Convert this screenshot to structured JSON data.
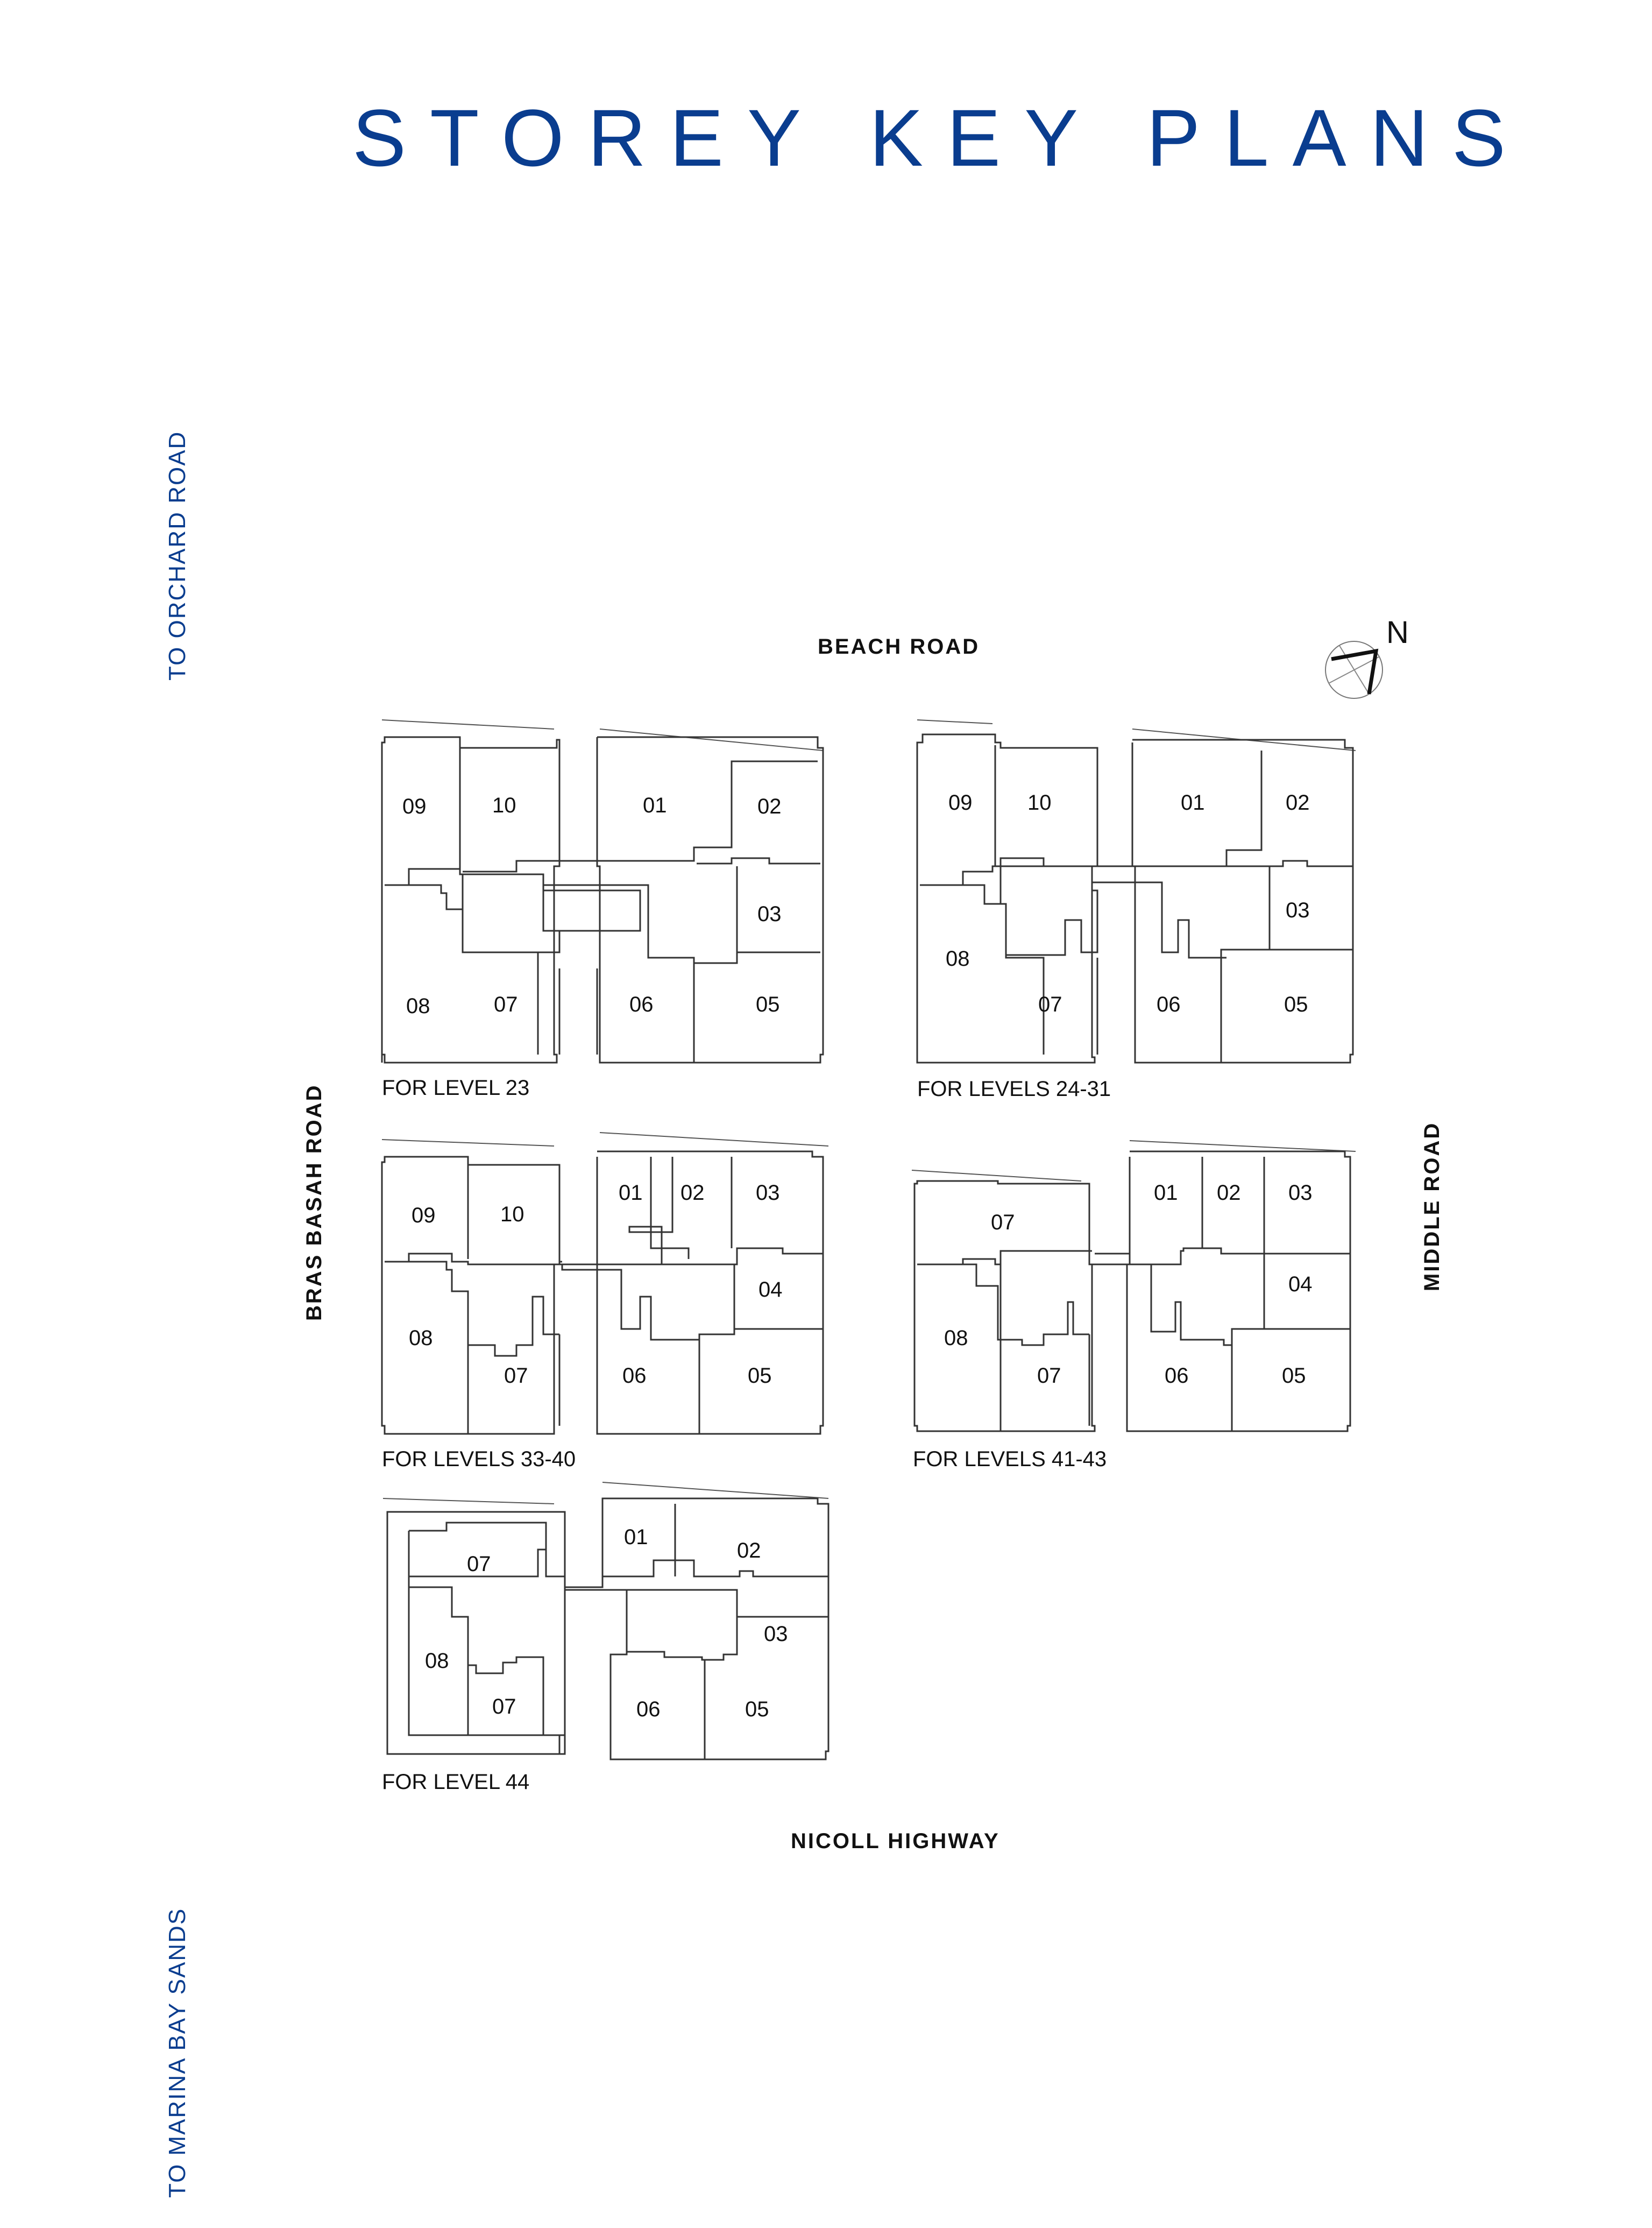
{
  "title": "STOREY KEY PLANS",
  "directions": {
    "to_orchard": "TO ORCHARD ROAD",
    "to_marina": "TO MARINA BAY SANDS"
  },
  "roads": {
    "north": "BEACH ROAD",
    "south": "NICOLL HIGHWAY",
    "west": "BRAS BASAH ROAD",
    "east": "MIDDLE ROAD"
  },
  "compass": {
    "label": "N"
  },
  "plans": [
    {
      "caption": "FOR LEVEL 23",
      "units": [
        "09",
        "10",
        "01",
        "02",
        "03",
        "08",
        "07",
        "06",
        "05"
      ]
    },
    {
      "caption": "FOR LEVELS 24-31",
      "units": [
        "09",
        "10",
        "01",
        "02",
        "03",
        "08",
        "07",
        "06",
        "05"
      ]
    },
    {
      "caption": "FOR LEVELS 33-40",
      "units": [
        "09",
        "10",
        "01",
        "02",
        "03",
        "04",
        "08",
        "07",
        "06",
        "05"
      ]
    },
    {
      "caption": "FOR LEVELS 41-43",
      "units": [
        "07",
        "01",
        "02",
        "03",
        "04",
        "08",
        "07",
        "06",
        "05"
      ]
    },
    {
      "caption": "FOR LEVEL 44",
      "units": [
        "07",
        "01",
        "02",
        "03",
        "08",
        "07",
        "06",
        "05"
      ]
    }
  ],
  "colors": {
    "accent": "#0a3d8f",
    "line": "#333333"
  }
}
